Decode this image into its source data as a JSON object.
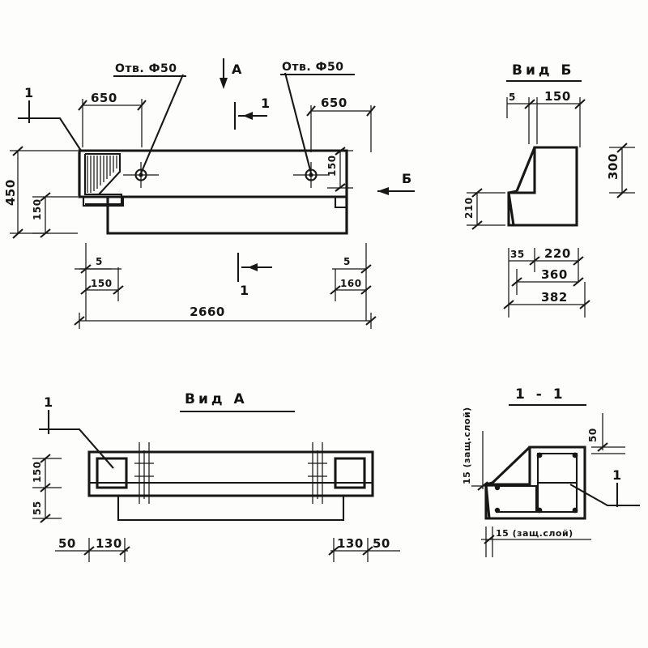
{
  "drawing": {
    "type": "engineering-drawing",
    "standard": "GOST",
    "language": "ru",
    "subject": "reinforced concrete beam / lintel with notched end",
    "background_color": "#fdfdfc",
    "ink_color": "#171717"
  },
  "views": {
    "main": {
      "name": "main-elevation",
      "hole_label_left": "Отв. Ф50",
      "hole_label_right": "Отв. Ф50",
      "section_arrow_a": "А",
      "section_marker_1_top": "1",
      "section_marker_1_bottom": "1",
      "section_arrow_b": "Б",
      "dim_left_offset": "650",
      "dim_right_offset": "650",
      "dim_height_total": "450",
      "dim_height_step": "150",
      "dim_right_inner_height": "150",
      "dim_overall_length": "2660",
      "dim_left_small": "5",
      "dim_left_notch": "150",
      "dim_right_small": "5",
      "dim_right_notch": "160"
    },
    "view_b": {
      "title": "Вид Б",
      "dim_top_small": "5",
      "dim_top_main": "150",
      "dim_height": "300",
      "dim_height_lower": "210",
      "dim_base_a": "35",
      "dim_base_b": "220",
      "dim_base_c": "360",
      "dim_base_d": "382"
    },
    "view_a": {
      "title": "Вид А",
      "section_marker_1": "1",
      "dim_left_upper": "150",
      "dim_left_lower": "55",
      "dim_bottom_left_outer": "50",
      "dim_bottom_left_inner": "130",
      "dim_bottom_right_inner": "130",
      "dim_bottom_right_outer": "50"
    },
    "section_1_1": {
      "title": "1 - 1",
      "dim_left": "15 (защ.слой)",
      "dim_bottom": "15 (защ.слой)",
      "dim_right_top": "50",
      "leader_mark": "1"
    }
  }
}
